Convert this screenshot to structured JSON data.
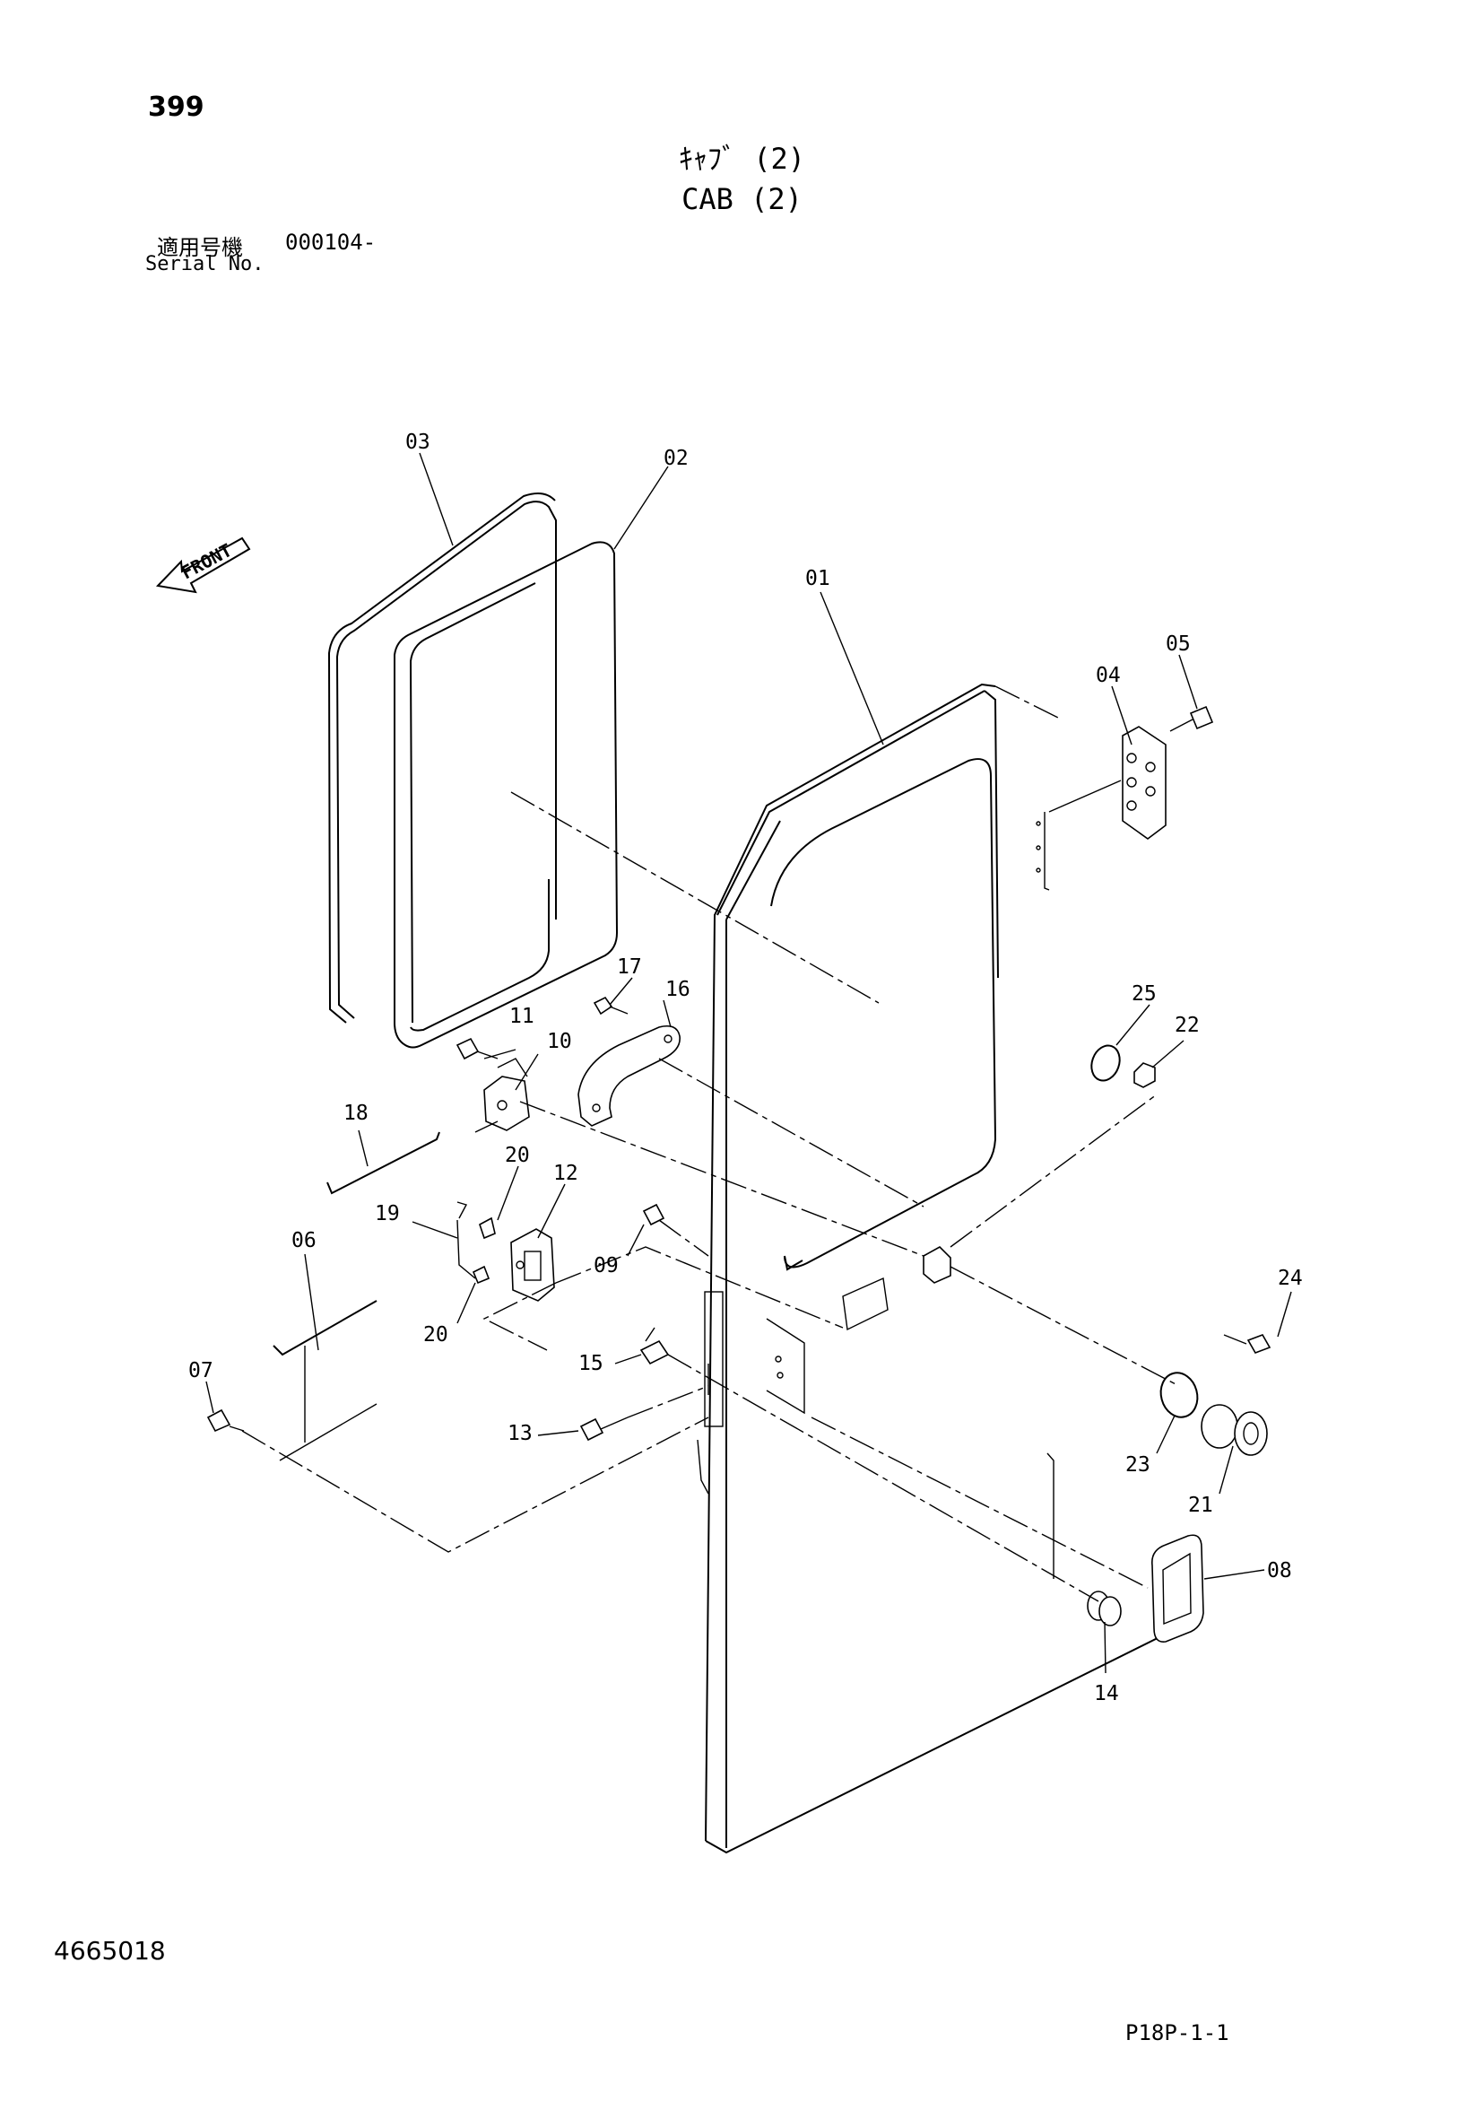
{
  "header": {
    "page_number": "399",
    "title_jp": "ｷｬﾌﾞ (2)",
    "title_en": "CAB (2)",
    "serial_label_jp": "適用号機",
    "serial_value": "000104-",
    "serial_label_en": "Serial No."
  },
  "diagram": {
    "front_marker": "FRONT",
    "callouts": {
      "p01": "01",
      "p02": "02",
      "p03": "03",
      "p04": "04",
      "p05": "05",
      "p06": "06",
      "p07": "07",
      "p08": "08",
      "p09": "09",
      "p10": "10",
      "p11": "11",
      "p12": "12",
      "p13": "13",
      "p14": "14",
      "p15": "15",
      "p16": "16",
      "p17": "17",
      "p18": "18",
      "p19": "19",
      "p20a": "20",
      "p20b": "20",
      "p21": "21",
      "p22": "22",
      "p23": "23",
      "p24": "24",
      "p25": "25"
    }
  },
  "footer": {
    "document_number": "4665018",
    "page_reference": "P18P-1-1"
  }
}
